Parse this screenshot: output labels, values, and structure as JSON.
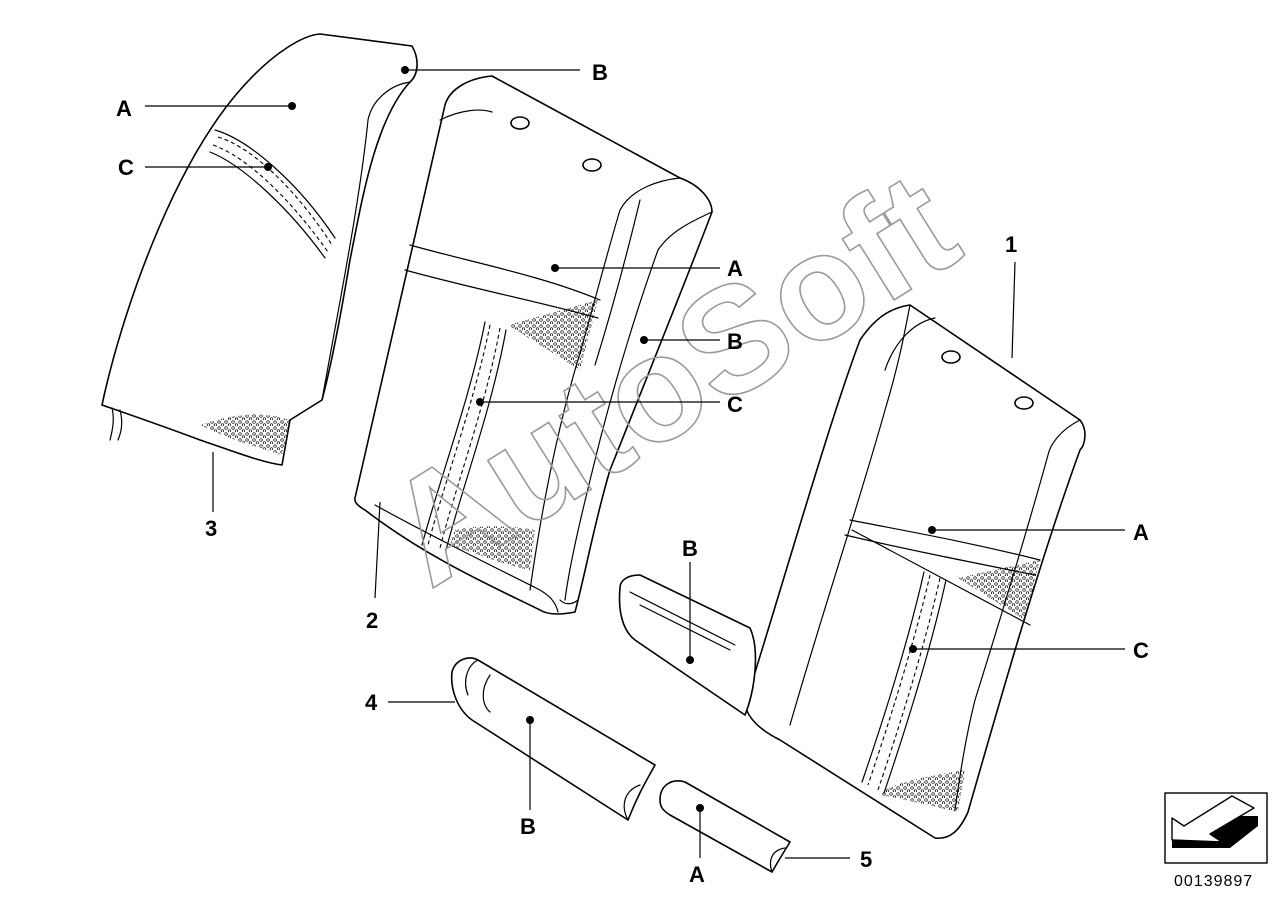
{
  "callouts": {
    "part1": "1",
    "part2": "2",
    "part3": "3",
    "part4": "4",
    "part5": "5",
    "a": "A",
    "b": "B",
    "c": "C"
  },
  "watermark": "AutoSoft",
  "catalog_number": "00139897",
  "icons": {
    "orientation": "arrow-orientation-icon"
  },
  "colors": {
    "line": "#000000",
    "background": "#ffffff",
    "watermark": "#9a9a9a"
  }
}
